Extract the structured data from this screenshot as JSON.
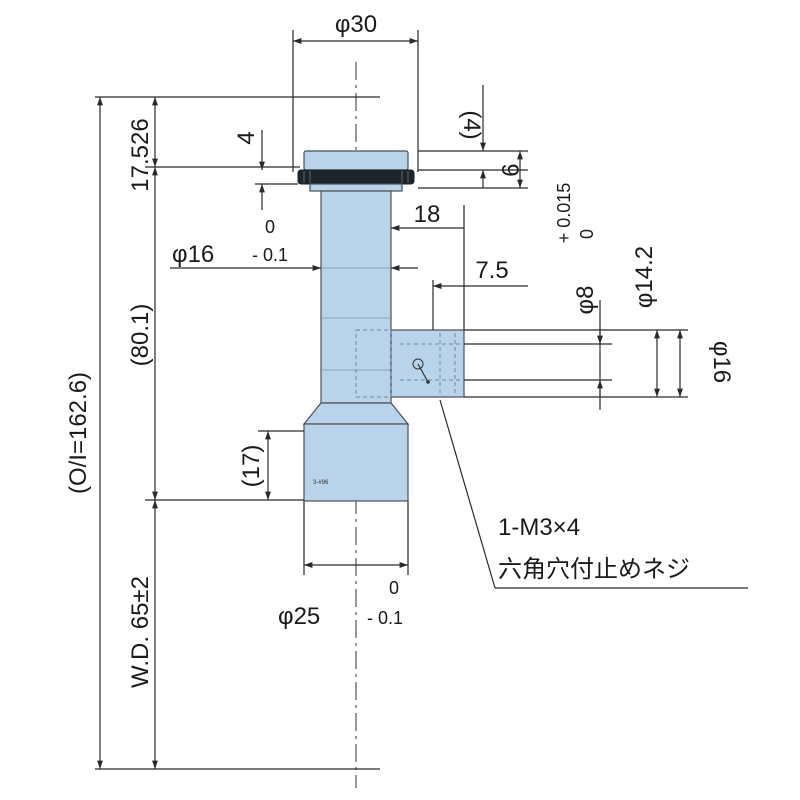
{
  "dimensions": {
    "top_diameter": "φ30",
    "left_top_height": "17.526",
    "overall_length": "(O/I=162.6)",
    "body_length": "(80.1)",
    "lower_length": "(17)",
    "working_distance": "W.D. 65±2",
    "flange_offset": "(4)",
    "flange_thickness": "9",
    "ring_step": "4",
    "tube_diameter": "φ16",
    "tube_tol_upper": "0",
    "tube_tol_lower": "- 0.1",
    "port_offset_1": "18",
    "port_offset_2": "7.5",
    "port_inner_diameter": "φ8",
    "port_tol_upper": "+ 0.015",
    "port_tol_lower": "0",
    "port_outer_diameter": "φ14.2",
    "port_flange_diameter": "φ16",
    "bottom_diameter": "φ25",
    "bottom_tol_upper": "0",
    "bottom_tol_lower": "- 0.1"
  },
  "callout": {
    "line1": "1-M3×4",
    "line2": "六角穴付止めネジ"
  },
  "body_marking": "3-#96",
  "colors": {
    "body": "#b9d3ea",
    "outline": "#4a4f55",
    "knurl_ring": "#1e2328",
    "dimension_line": "#2a2a2a"
  }
}
